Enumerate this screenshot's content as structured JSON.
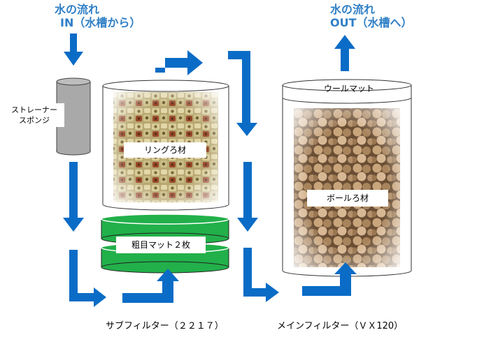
{
  "inflow": {
    "line1": "水の流れ",
    "line2": "IN（水槽から）"
  },
  "outflow": {
    "line1": "水の流れ",
    "line2": "OUT（水槽へ）"
  },
  "sub_filter": {
    "strainer_label_1": "ストレーナー",
    "strainer_label_2": "スポンジ",
    "ring_media_label": "リングろ材",
    "coarse_mat_label": "粗目マット２枚",
    "caption": "サブフィルター（２２１７）"
  },
  "main_filter": {
    "wool_mat_label": "ウールマット",
    "ball_media_label": "ボールろ材",
    "caption": "メインフィルター（ＶＸ120）"
  },
  "colors": {
    "arrow": "#0a6cc6",
    "flow_text": "#2f7fc6",
    "mat_green": "#22b04a",
    "sponge_gray": "#a9a9a9"
  },
  "icons": [
    "arrow-down-icon",
    "arrow-right-icon",
    "arrow-up-icon"
  ]
}
